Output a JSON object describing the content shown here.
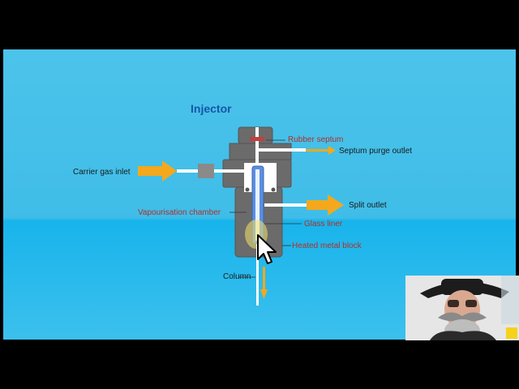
{
  "diagram": {
    "title": "Injector",
    "labels": {
      "rubber_septum": "Rubber septum",
      "septum_purge_outlet": "Septum purge outlet",
      "carrier_gas_inlet": "Carrier gas inlet",
      "split_outlet": "Split outlet",
      "vapourisation_chamber": "Vapourisation chamber",
      "glass_liner": "Glass liner",
      "heated_metal_block": "Heated metal block",
      "column": "Column"
    }
  },
  "colors": {
    "slide_background": "#3fbde8",
    "title": "#1556a8",
    "arrow": "#f5a81c",
    "metal_block": "#6b6b6b",
    "glass_liner": "#4f7fd0",
    "red_label": "#b0302a"
  },
  "icons": {
    "cursor": "mouse-pointer-icon",
    "webcam_badge": "badge-icon"
  }
}
